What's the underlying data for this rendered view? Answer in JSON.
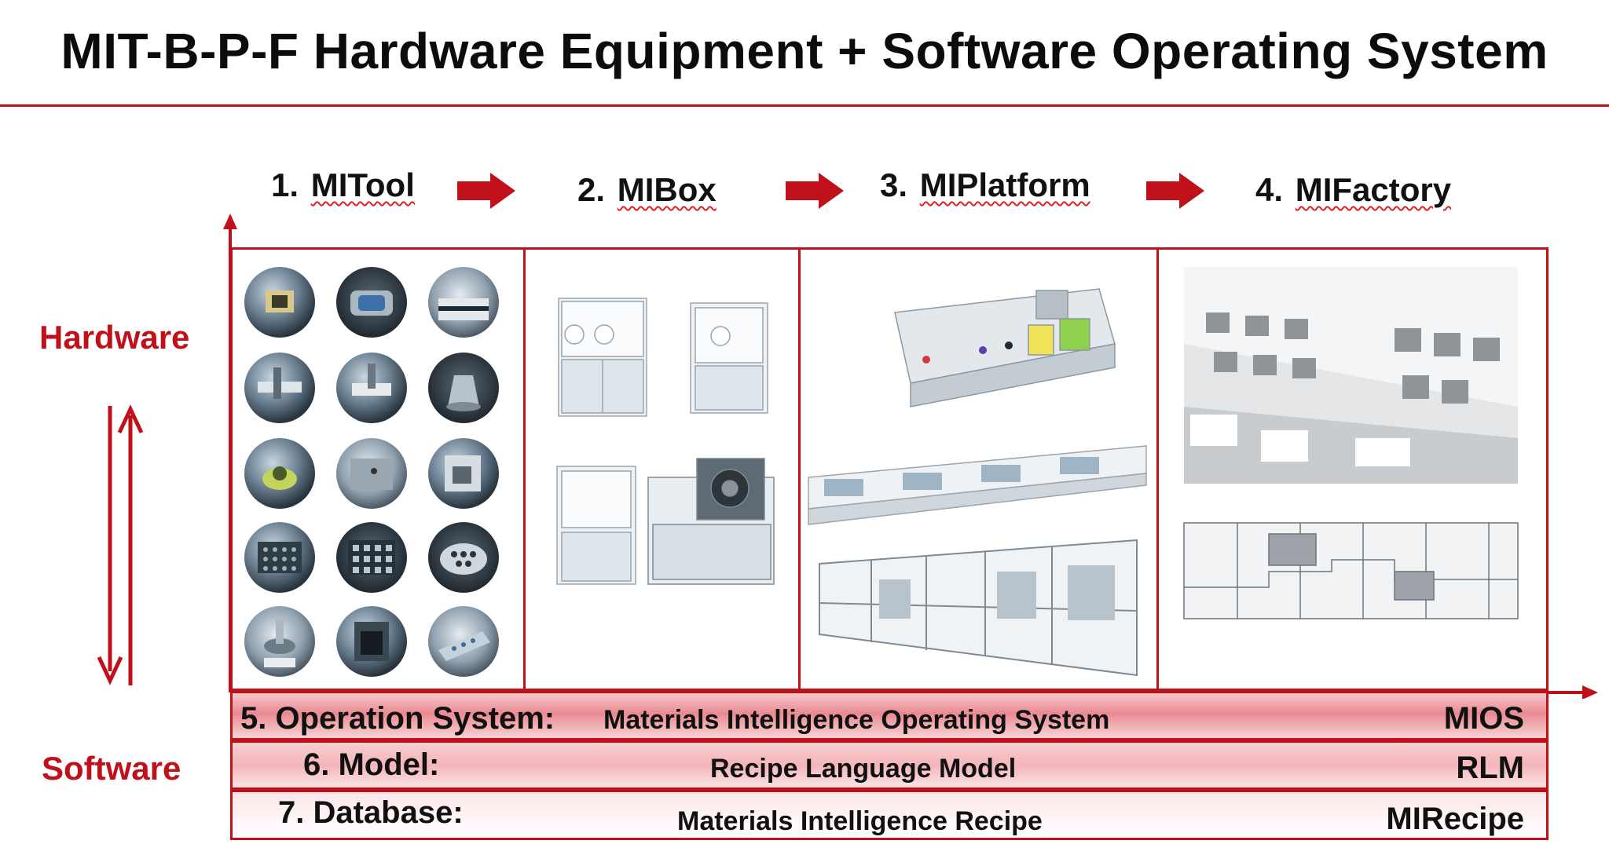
{
  "title": "MIT-B-P-F Hardware Equipment + Software Operating System",
  "stages": [
    {
      "number": "1.",
      "name": "MITool"
    },
    {
      "number": "2.",
      "name": "MIBox"
    },
    {
      "number": "3.",
      "name": "MIPlatform"
    },
    {
      "number": "4.",
      "name": "MIFactory"
    }
  ],
  "axis": {
    "top_label": "Hardware",
    "bottom_label": "Software"
  },
  "software_layers": [
    {
      "label": "5. Operation System:",
      "description": "Materials Intelligence Operating System",
      "abbreviation": "MIOS"
    },
    {
      "label": "6. Model:",
      "description": "Recipe Language Model",
      "abbreviation": "RLM"
    },
    {
      "label": "7. Database:",
      "description": "Materials Intelligence Recipe",
      "abbreviation": "MIRecipe"
    }
  ],
  "colors": {
    "accent": "#c0111b",
    "text": "#111111"
  }
}
